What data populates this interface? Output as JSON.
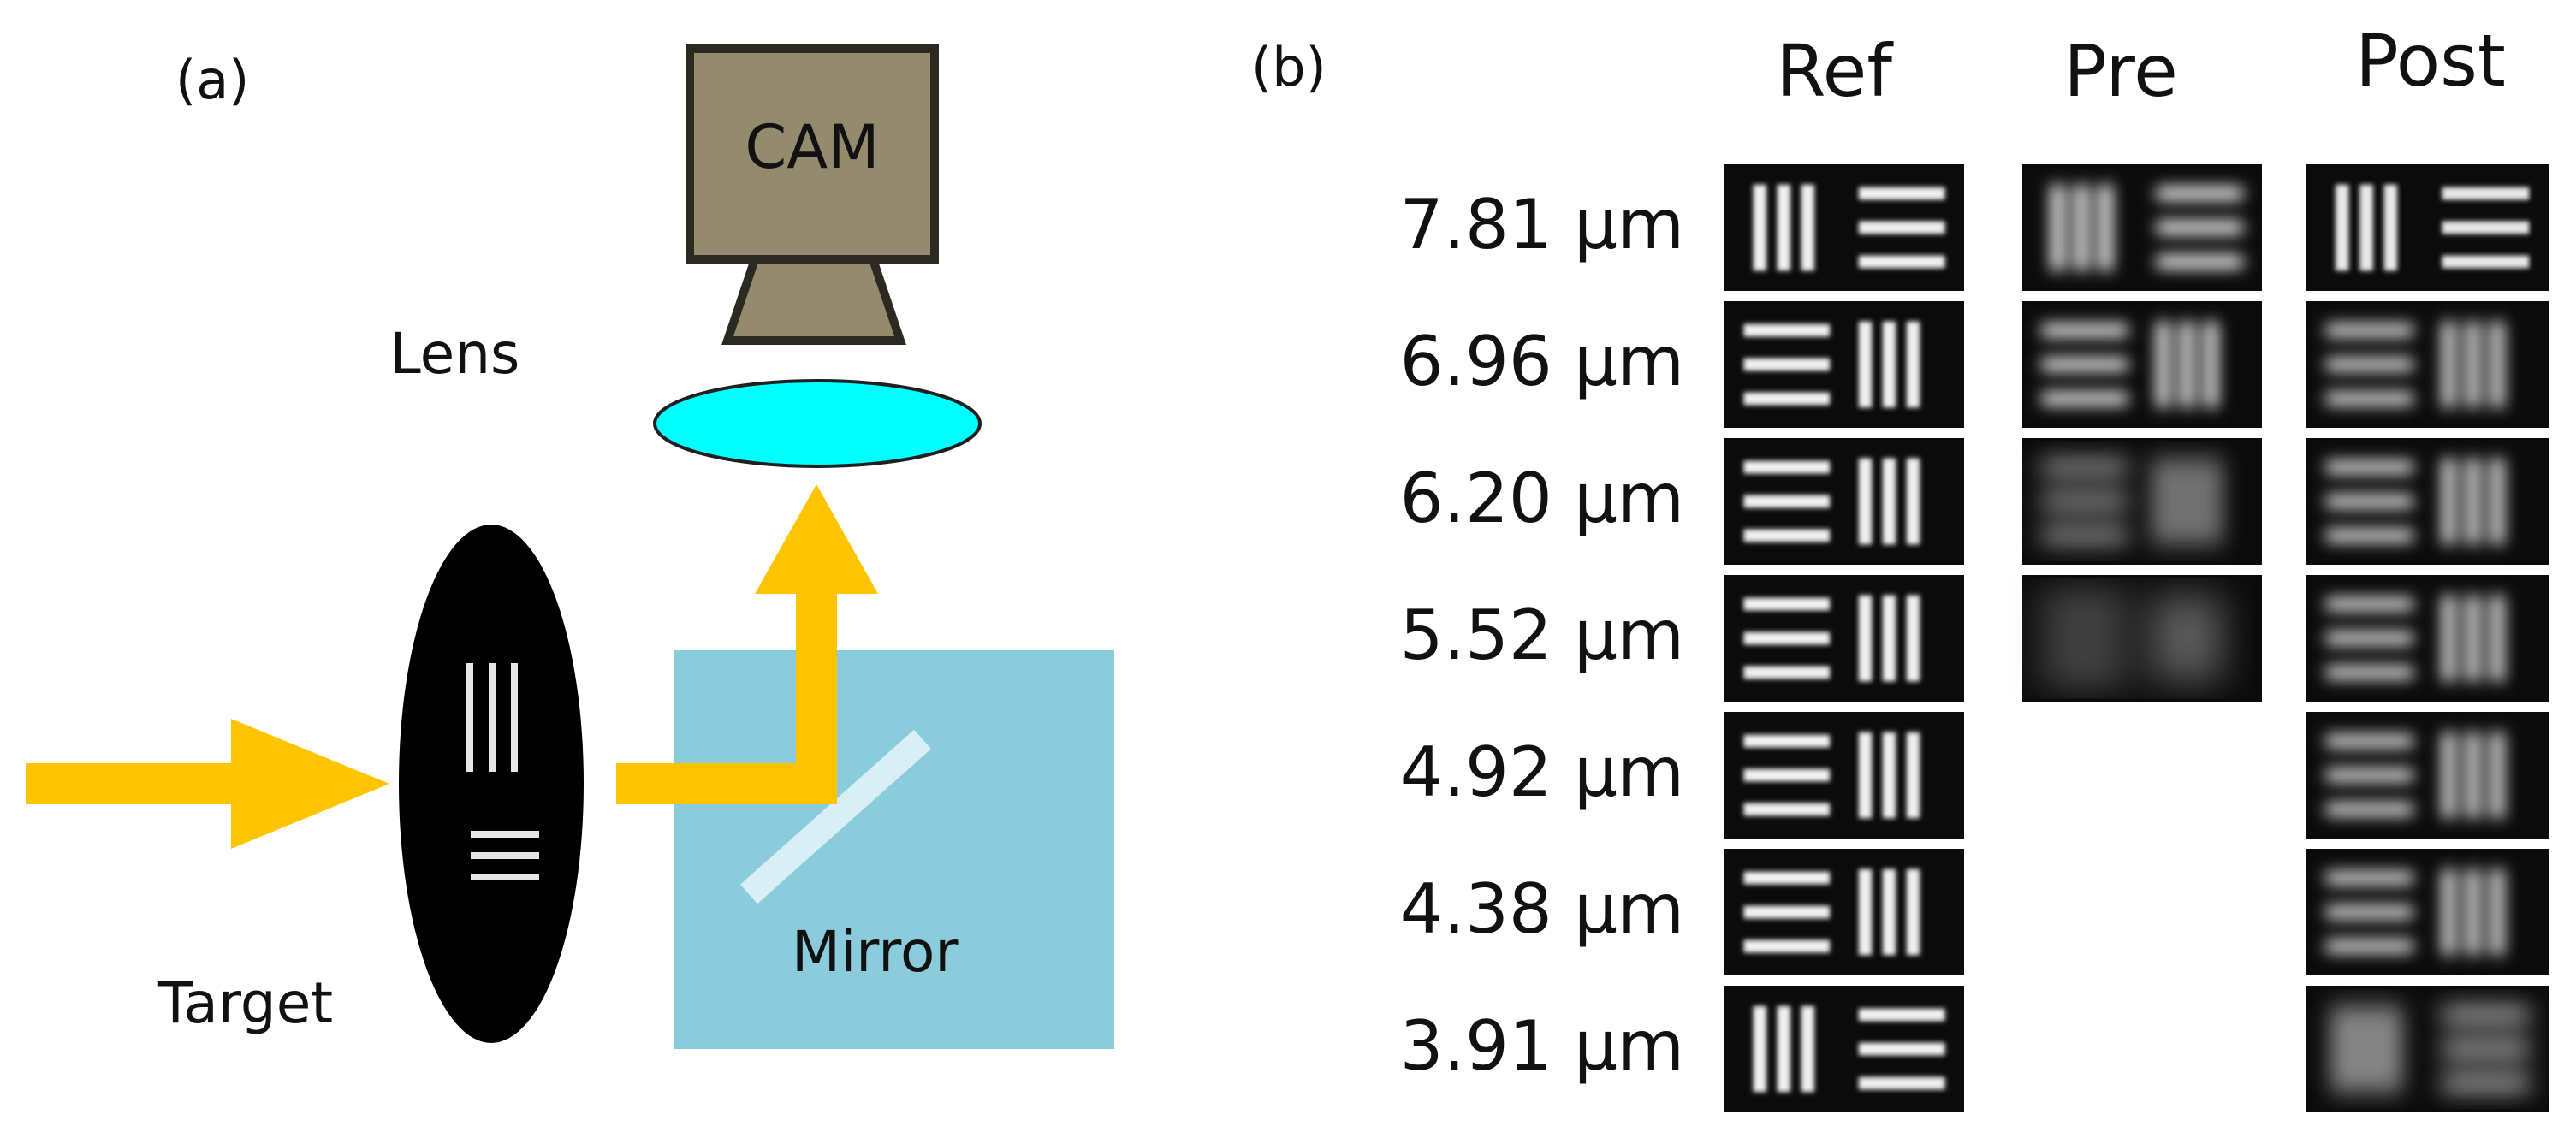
{
  "panel_a": {
    "label": "(a)",
    "camera_label": "CAM",
    "lens_label": "Lens",
    "target_label": "Target",
    "mirror_label": "Mirror",
    "colors": {
      "beam": "#FFC400",
      "camera_body": "#948A6E",
      "camera_outline": "#2B2A22",
      "lens": "#00FFFF",
      "mirror_box": "#8ACCDC",
      "mirror_plate": "#D9EFF5",
      "target": "#000000",
      "target_bars": "#E6E6E6"
    }
  },
  "panel_b": {
    "label": "(b)",
    "columns": [
      "Ref",
      "Pre",
      "Post"
    ],
    "rows": [
      "7.81 µm",
      "6.96 µm",
      "6.20 µm",
      "5.52 µm",
      "4.92 µm",
      "4.38 µm",
      "3.91 µm"
    ],
    "pre_available_rows": 4,
    "image_icon": "usaf-bar-target-image"
  }
}
